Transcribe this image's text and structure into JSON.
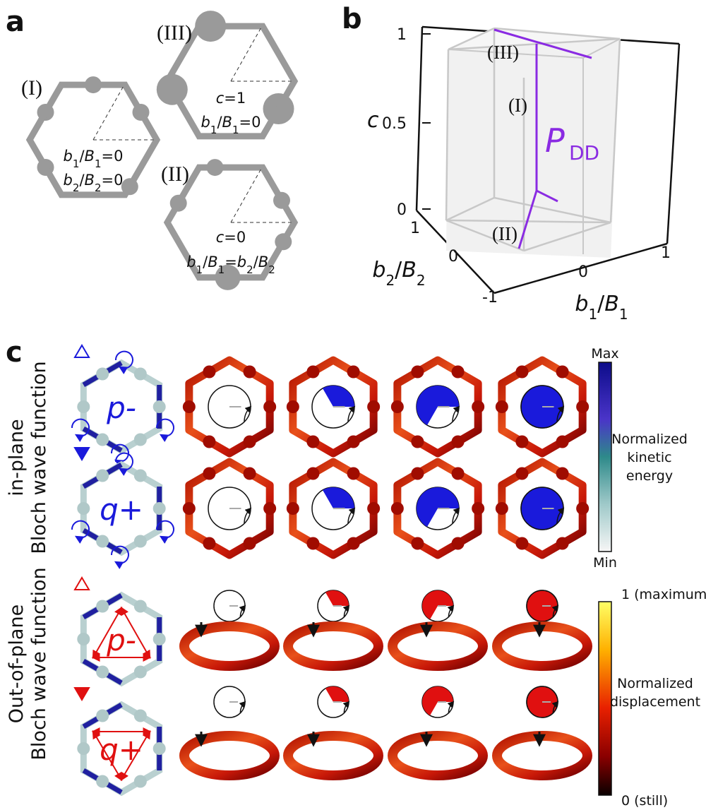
{
  "panel_letters": {
    "a": "a",
    "b": "b",
    "c": "c"
  },
  "panel_a": {
    "cell_I": {
      "roman": "(I)",
      "line1": "b1/B1=0",
      "line2": "b2/B2=0"
    },
    "cell_III": {
      "roman": "(III)",
      "line1": "c=1",
      "line2": "b1/B1=0"
    },
    "cell_II": {
      "roman": "(II)",
      "line1": "c=0",
      "line2": "b1/B1=b2/B2"
    }
  },
  "panel_b": {
    "axis_c": {
      "name": "c",
      "ticks": [
        "1",
        "0.5",
        "0"
      ]
    },
    "axis_b2": {
      "name": "b2/B2",
      "ticks": [
        "1",
        "0",
        "-1"
      ]
    },
    "axis_b1": {
      "name": "b1/B1",
      "ticks": [
        "0",
        "1"
      ]
    },
    "path_labels": {
      "I": "(I)",
      "II": "(II)",
      "III": "(III)"
    },
    "point_label": "P",
    "point_subscript": "DD",
    "colors": {
      "path": "#8a2be2",
      "box": "#c8c8c8",
      "frame": "#111111"
    }
  },
  "panel_c": {
    "rows": {
      "in_plane": {
        "line1": "in-plane",
        "line2": "Bloch wave function"
      },
      "out_of_plane": {
        "line1": "Out-of-plane",
        "line2": "Bloch wave function"
      }
    },
    "modes": {
      "in_p": {
        "symbol": "p-",
        "marker": "open-triangle",
        "color": "#1a1adb"
      },
      "in_q": {
        "symbol": "q+",
        "marker": "filled-triangle",
        "color": "#1a1adb"
      },
      "out_p": {
        "symbol": "p-",
        "marker": "open-triangle",
        "color": "#e01010"
      },
      "out_q": {
        "symbol": "q+",
        "marker": "filled-triangle",
        "color": "#e01010"
      }
    },
    "phase_fractions": [
      0,
      0.333,
      0.667,
      1
    ],
    "colorbar_kinetic": {
      "max": "Max",
      "min": "Min",
      "title_line1": "Normalized",
      "title_line2": "kinetic",
      "title_line3": "energy"
    },
    "colorbar_displacement": {
      "max": "1 (maximum)",
      "min": "0 (still)",
      "title_line1": "Normalized",
      "title_line2": "displacement"
    }
  }
}
